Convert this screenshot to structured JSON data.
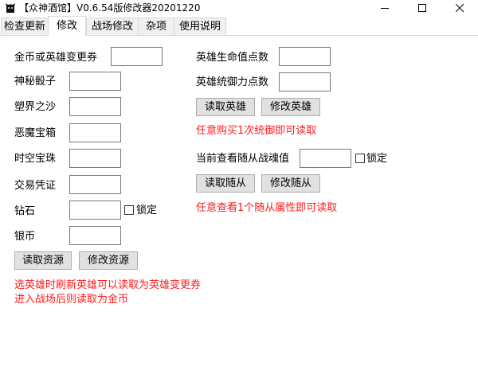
{
  "window": {
    "title": "【众神酒馆】V0.6.54版修改器20201220",
    "minimize_icon": "minimize-icon",
    "maximize_icon": "maximize-icon",
    "close_icon": "close-icon",
    "app_icon": "cat-icon"
  },
  "tabs": [
    {
      "label": "检查更新",
      "active": false
    },
    {
      "label": "修改",
      "active": true
    },
    {
      "label": "战场修改",
      "active": false
    },
    {
      "label": "杂项",
      "active": false
    },
    {
      "label": "使用说明",
      "active": false
    }
  ],
  "resources": {
    "rows": [
      {
        "label": "金币或英雄变更券",
        "value": ""
      },
      {
        "label": "神秘骰子",
        "value": ""
      },
      {
        "label": "塑界之沙",
        "value": ""
      },
      {
        "label": "恶魔宝箱",
        "value": ""
      },
      {
        "label": "时空宝珠",
        "value": ""
      },
      {
        "label": "交易凭证",
        "value": ""
      },
      {
        "label": "钻石",
        "value": ""
      },
      {
        "label": "银币",
        "value": ""
      }
    ],
    "lock_label": "锁定",
    "read_button": "读取资源",
    "modify_button": "修改资源",
    "note_line1": "选英雄时刷新英雄可以读取为英雄变更券",
    "note_line2": "进入战场后则读取为金币"
  },
  "hero": {
    "hp_label": "英雄生命值点数",
    "hp_value": "",
    "command_label": "英雄统御力点数",
    "command_value": "",
    "read_button": "读取英雄",
    "modify_button": "修改英雄",
    "note": "任意购买1次统御即可读取"
  },
  "minion": {
    "soul_label": "当前查看随从战魂值",
    "soul_value": "",
    "lock_label": "锁定",
    "read_button": "读取随从",
    "modify_button": "修改随从",
    "note": "任意查看1个随从属性即可读取"
  },
  "colors": {
    "note_red": "#ff1a1a"
  }
}
